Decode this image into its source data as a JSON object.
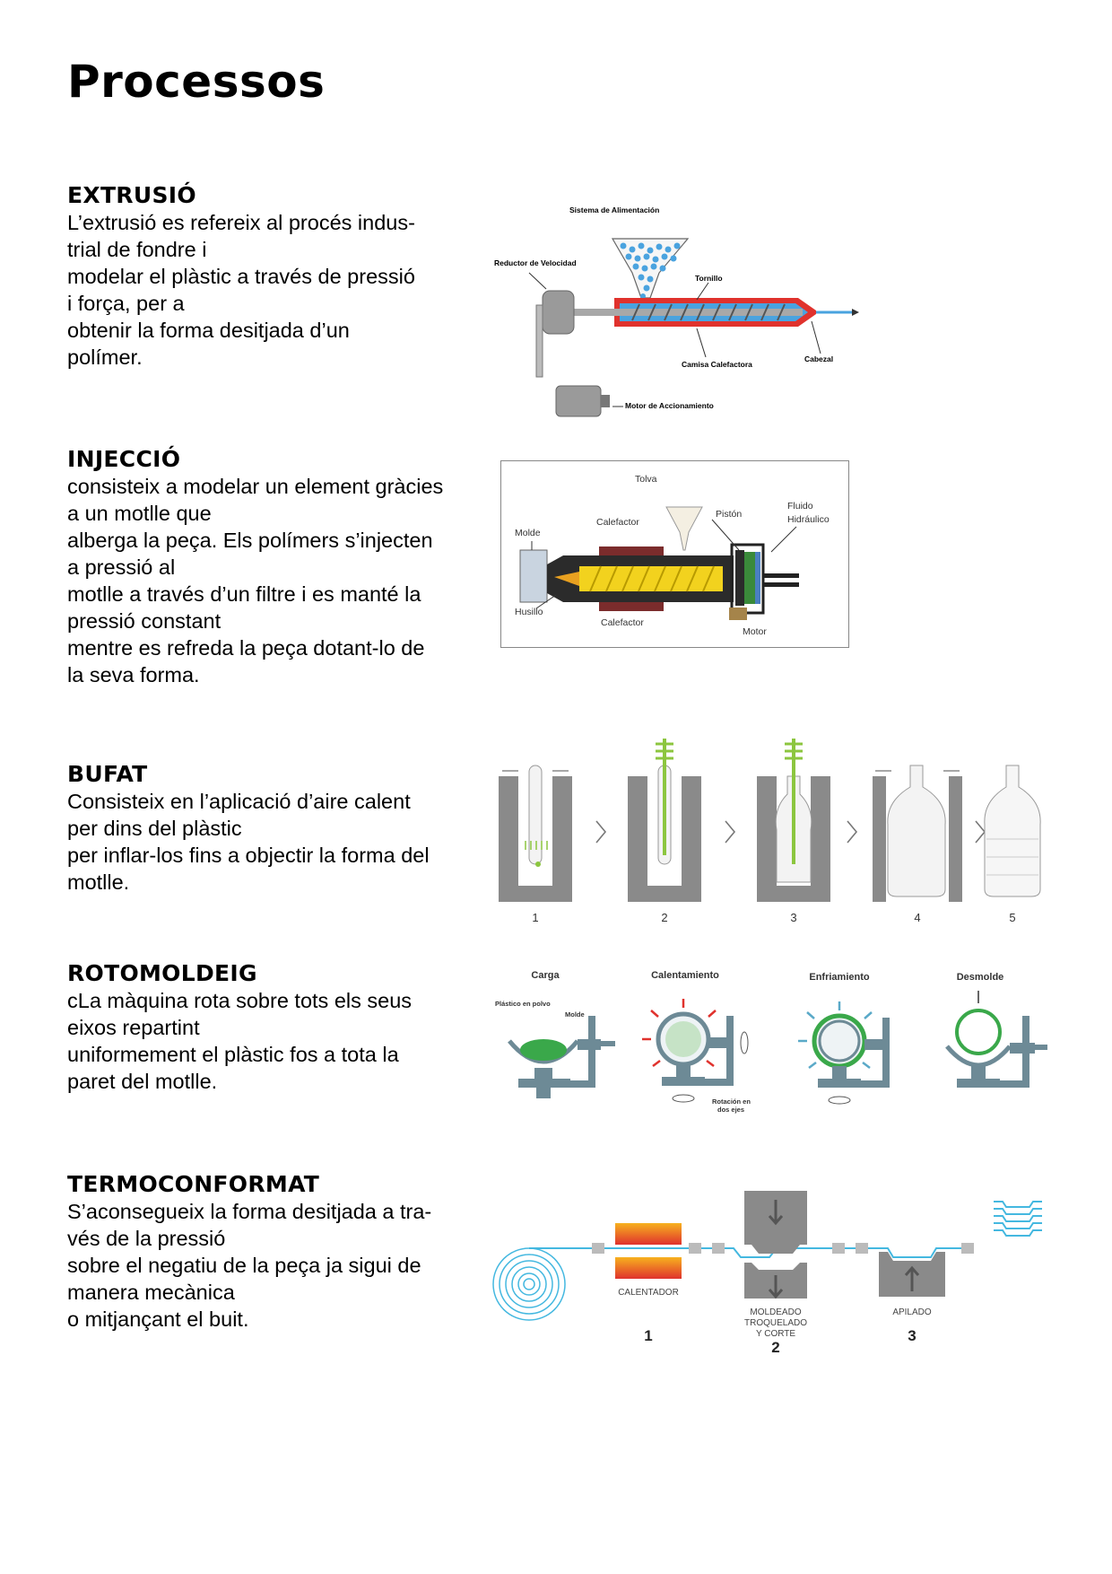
{
  "page_title": "Processos",
  "sections": [
    {
      "heading": "EXTRUSIÓ",
      "lines": [
        "L’extrusió es refereix al procés indus-",
        "trial de fondre i",
        "modelar el plàstic a través de pressió",
        "i força, per a",
        "obtenir la forma desitjada d’un",
        "polímer."
      ],
      "figure": {
        "labels": {
          "feed": "Sistema de Alimentación",
          "reducer": "Reductor de Velocidad",
          "screw": "Tornillo",
          "barrel": "Camisa Calefactora",
          "head": "Cabezal",
          "motor": "Motor de Accionamiento"
        }
      }
    },
    {
      "heading": "INJECCIÓ",
      "lines": [
        "consisteix a modelar un element gràcies",
        "a un motlle que",
        "alberga la peça. Els polímers s’injecten",
        "a pressió al",
        "motlle a través d’un filtre i es manté la",
        "pressió constant",
        "mentre es refreda la peça dotant-lo de",
        "la seva forma."
      ],
      "figure": {
        "labels": {
          "hopper": "Tolva",
          "heater_top": "Calefactor",
          "piston": "Pistón",
          "fluid_1": "Fluido",
          "fluid_2": "Hidráulico",
          "mold": "Molde",
          "spindle": "Husillo",
          "heater_bottom": "Calefactor",
          "motor": "Motor"
        }
      }
    },
    {
      "heading": "BUFAT",
      "lines": [
        "Consisteix en l’aplicació d’aire calent",
        "per dins del plàstic",
        "per inflar-los fins a objectir la forma del",
        "motlle."
      ],
      "figure": {
        "steps": [
          "1",
          "2",
          "3",
          "4",
          "5"
        ]
      }
    },
    {
      "heading": "ROTOMOLDEIG",
      "lines": [
        "cLa màquina rota sobre tots els seus",
        "eixos repartint",
        "uniformement el plàstic fos a tota la",
        "paret del motlle."
      ],
      "figure": {
        "stages": [
          "Carga",
          "Calentamiento",
          "Enfriamiento",
          "Desmolde"
        ],
        "labels": {
          "powder": "Plástico en polvo",
          "mold": "Molde",
          "rotation_1": "Rotación en",
          "rotation_2": "dos ejes"
        }
      }
    },
    {
      "heading": "TERMOCONFORMAT",
      "lines": [
        "S’aconsegueix la forma desitjada a tra-",
        "vés de la pressió",
        "sobre el negatiu de la peça ja sigui de",
        "manera mecànica",
        "o mitjançant el buit."
      ],
      "figure": {
        "labels": {
          "heater": "CALENTADOR",
          "mold_1": "MOLDEADO",
          "mold_2": "TROQUELADO",
          "mold_3": "Y CORTE",
          "stack": "APILADO"
        },
        "numbers": [
          "1",
          "2",
          "3"
        ]
      }
    }
  ],
  "colors": {
    "barrel_red": "#e0322d",
    "screw_blue": "#4aa3df",
    "screw_yellow": "#f2d21e",
    "bottle_grey": "#8a8a8a",
    "green": "#8cc63f",
    "rot_blue": "#5aa9c8",
    "thermo_blue": "#44b8e0"
  }
}
